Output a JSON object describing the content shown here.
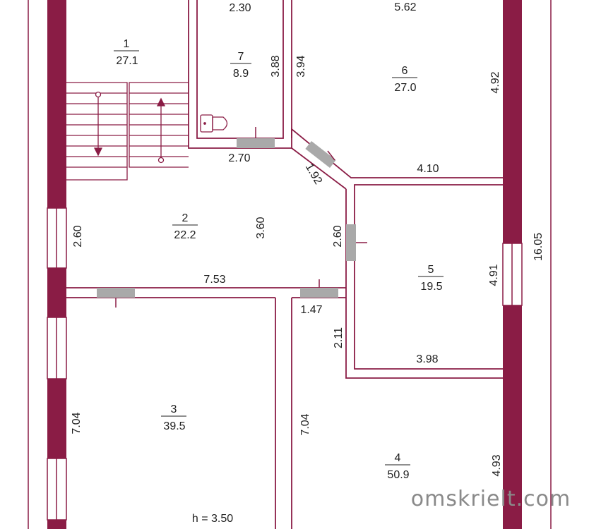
{
  "colors": {
    "wall": "#8a1c45",
    "thin": "#8a1c45",
    "door": "#a9a9a9",
    "text": "#1f1f1f"
  },
  "rooms": {
    "r1": {
      "num": "1",
      "area": "27.1"
    },
    "r2": {
      "num": "2",
      "area": "22.2"
    },
    "r3": {
      "num": "3",
      "area": "39.5"
    },
    "r4": {
      "num": "4",
      "area": "50.9"
    },
    "r5": {
      "num": "5",
      "area": "19.5"
    },
    "r6": {
      "num": "6",
      "area": "27.0"
    },
    "r7": {
      "num": "7",
      "area": "8.9"
    }
  },
  "dims": {
    "d_230": "2.30",
    "d_562": "5.62",
    "d_388": "3.88",
    "d_394": "3.94",
    "d_492": "4.92",
    "d_270": "2.70",
    "d_192": "1.92",
    "d_410": "4.10",
    "d_260_left": "2.60",
    "d_360": "3.60",
    "d_260_mid": "2.60",
    "d_753": "7.53",
    "d_147": "1.47",
    "d_211": "2.11",
    "d_491": "4.91",
    "d_398": "3.98",
    "d_1605": "16.05",
    "d_704_left": "7.04",
    "d_704_mid": "7.04",
    "d_493": "4.93"
  },
  "height_note": "h = 3.50",
  "watermark": "omskrielt.com",
  "icons": [
    "stair-up-arrow-icon",
    "stair-down-arrow-icon",
    "toilet-icon"
  ]
}
